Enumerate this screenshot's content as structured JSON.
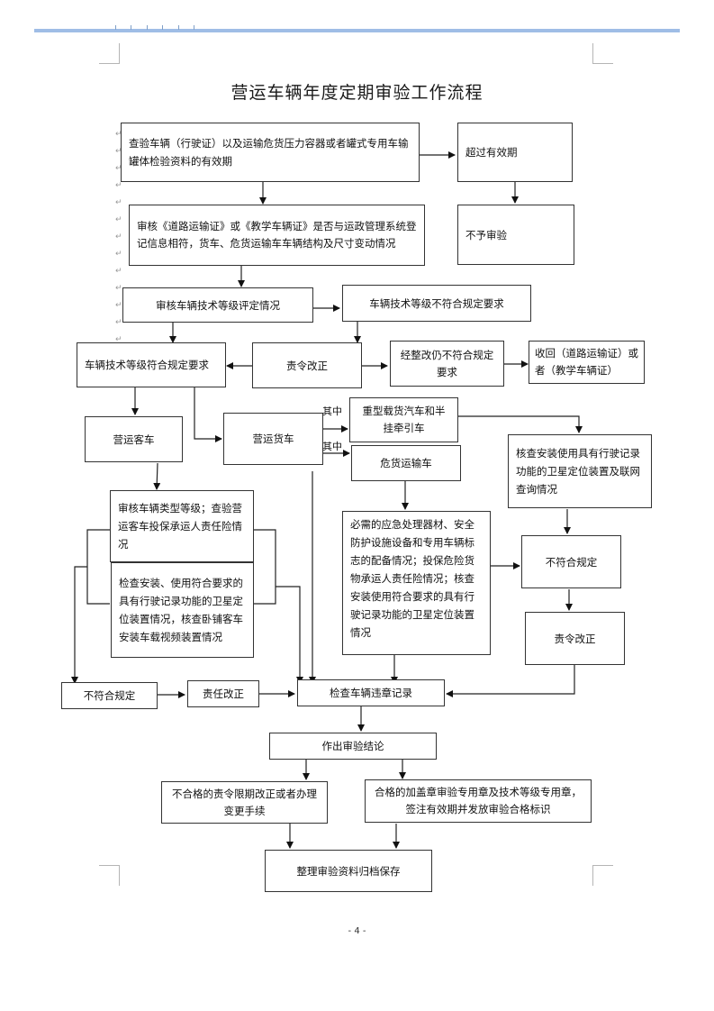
{
  "document": {
    "title": "营运车辆年度定期审验工作流程",
    "page_number": "- 4 -"
  },
  "nodes": {
    "check_validity": "查验车辆（行驶证）以及运输危货压力容器或者罐式专用车输罐体检验资料的有效期",
    "expired": "超过有效期",
    "no_inspection": "不予审验",
    "review_certificates": "审核《道路运输证》或《教学车辆证》是否与运政管理系统登记信息相符，货车、危货运输车车辆结构及尺寸变动情况",
    "review_tech_grade": "审核车辆技术等级评定情况",
    "grade_not_compliant": "车辆技术等级不符合规定要求",
    "grade_compliant": "车辆技术等级符合规定要求",
    "order_correction_1": "责令改正",
    "still_not_compliant": "经整改仍不符合规定要求",
    "revoke_certificate": "收回（道路运输证）或者（教学车辆证）",
    "passenger_vehicle": "营运客车",
    "freight_vehicle": "营运货车",
    "heavy_truck": "重型载货汽车和半挂牵引车",
    "dangerous_goods_vehicle": "危货运输车",
    "satellite_check": "核查安装使用具有行驶记录功能的卫星定位装置及联网查询情况",
    "passenger_grade_check": "审核车辆类型等级；查验营运客车投保承运人责任险情况",
    "passenger_device_check": "检查安装、使用符合要求的具有行驶记录功能的卫星定位装置情况，核查卧铺客车安装车载视频装置情况",
    "dangerous_goods_check": "必需的应急处理器材、安全防护设施设备和专用车辆标志的配备情况；投保危险货物承运人责任险情况；核查安装使用符合要求的具有行驶记录功能的卫星定位装置情况",
    "not_compliant_right": "不符合规定",
    "order_correction_right": "责令改正",
    "not_compliant_left": "不符合规定",
    "responsibility_correction": "责任改正",
    "check_violations": "检查车辆违章记录",
    "make_conclusion": "作出审验结论",
    "failed_action": "不合格的责令限期改正或者办理变更手续",
    "passed_action": "合格的加盖章审验专用章及技术等级专用章，签注有效期并发放审验合格标识",
    "archive": "整理审验资料归档保存"
  },
  "labels": {
    "among_1": "其中",
    "among_2": "其中"
  }
}
